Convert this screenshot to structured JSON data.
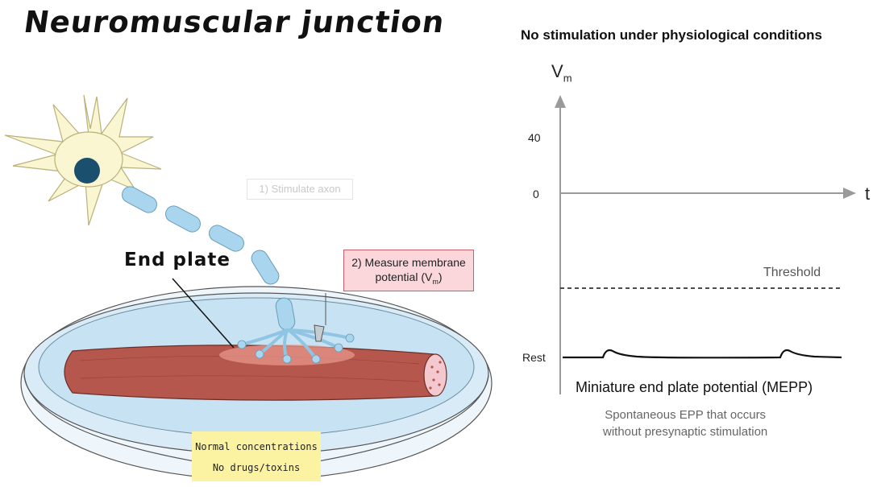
{
  "title": "Neuromuscular junction",
  "diagram": {
    "stimulate_label": "1) Stimulate axon",
    "measure_label_line1": "2) Measure membrane",
    "measure_label_line2": "potential (V",
    "measure_label_sub": "m",
    "measure_label_end": ")",
    "end_plate_label": "End plate",
    "note_line1": "Normal concentrations",
    "note_line2": "No drugs/toxins"
  },
  "graph": {
    "title": "No stimulation under physiological conditions",
    "y_axis_label": "V",
    "y_axis_sub": "m",
    "x_axis_label": "t",
    "ticks": {
      "forty": "40",
      "zero": "0",
      "rest": "Rest"
    },
    "threshold_label": "Threshold",
    "mepp_label": "Miniature end plate potential (MEPP)",
    "mepp_desc_line1": "Spontaneous EPP that occurs",
    "mepp_desc_line2": "without presynaptic stimulation"
  },
  "colors": {
    "neuron": "#fbf6d2",
    "nucleus": "#1b4f6e",
    "myelin": "#a9d6ee",
    "muscle": "#b5574c",
    "dish": "#cfe7f5",
    "note": "#fbf3a2",
    "measure_box": "#fbd7dc"
  }
}
